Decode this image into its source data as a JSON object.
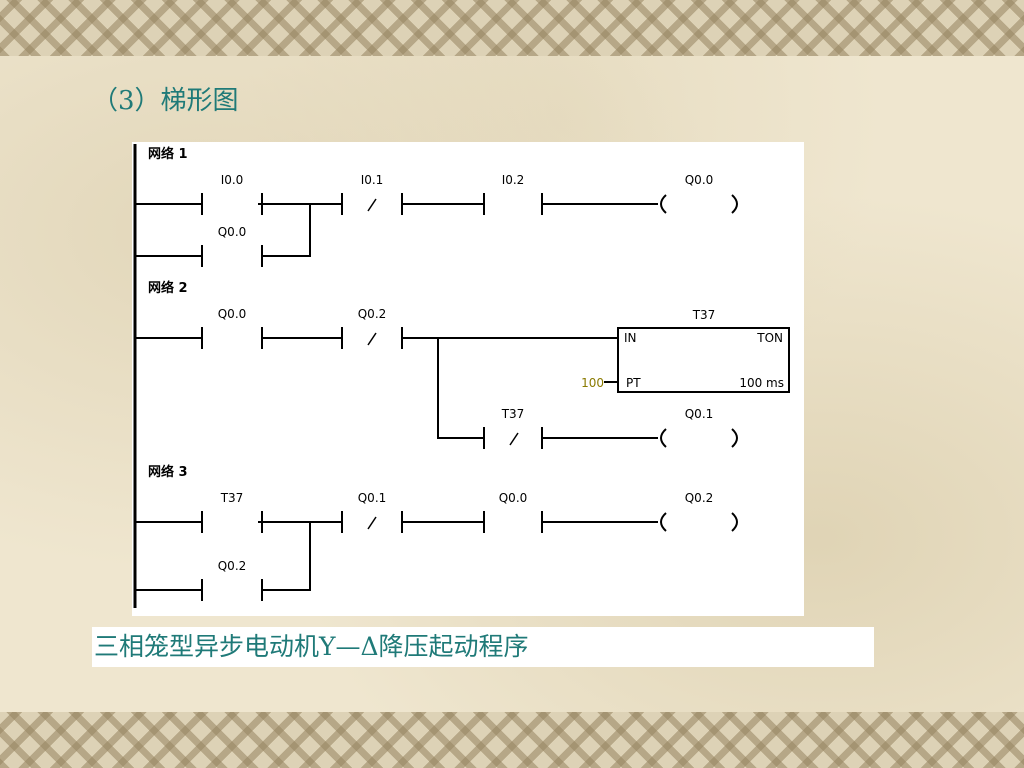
{
  "title": "（3）梯形图",
  "caption": "三相笼型异步电动机Y—Δ降压起动程序",
  "colors": {
    "accent": "#1f7a78",
    "preset": "#8a7a00"
  },
  "networks": [
    {
      "label": "网络 1",
      "contacts": [
        {
          "name": "I0.0",
          "type": "NO"
        },
        {
          "name": "I0.1",
          "type": "NC"
        },
        {
          "name": "I0.2",
          "type": "NO"
        },
        {
          "name": "Q0.0",
          "type": "NO"
        }
      ],
      "coil": "Q0.0"
    },
    {
      "label": "网络 2",
      "contacts": [
        {
          "name": "Q0.0",
          "type": "NO"
        },
        {
          "name": "Q0.2",
          "type": "NC"
        },
        {
          "name": "T37",
          "type": "NC"
        }
      ],
      "timer": {
        "name": "T37",
        "type_label": "TON",
        "in_label": "IN",
        "pt_label": "PT",
        "preset": "100",
        "base": "100 ms"
      },
      "coil": "Q0.1"
    },
    {
      "label": "网络 3",
      "contacts": [
        {
          "name": "T37",
          "type": "NO"
        },
        {
          "name": "Q0.1",
          "type": "NC"
        },
        {
          "name": "Q0.0",
          "type": "NO"
        },
        {
          "name": "Q0.2",
          "type": "NO"
        }
      ],
      "coil": "Q0.2"
    }
  ]
}
